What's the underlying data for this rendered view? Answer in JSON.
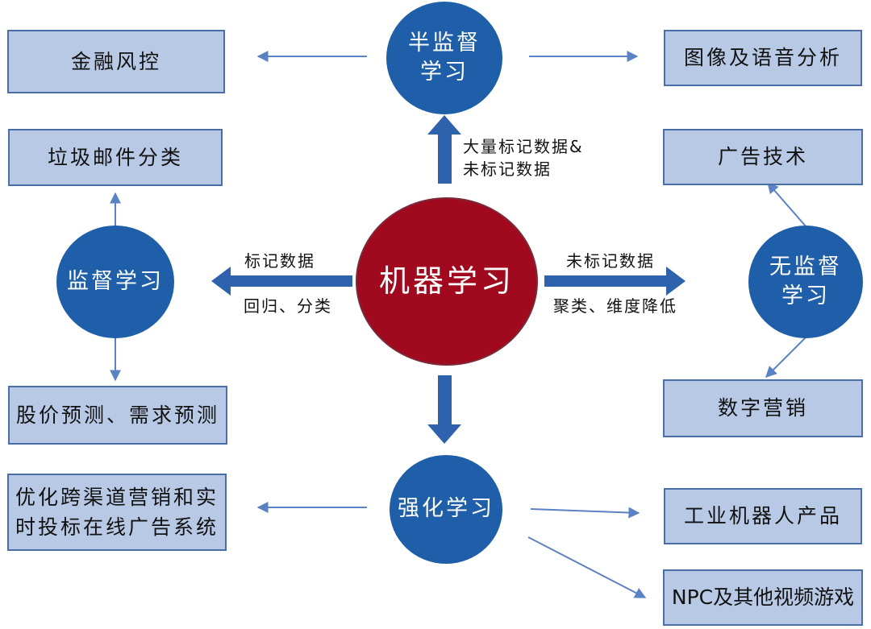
{
  "center": {
    "label": "机器学习"
  },
  "nodes": {
    "semi": {
      "line1": "半监督",
      "line2": "学习"
    },
    "supervised": {
      "label": "监督学习"
    },
    "unsupervised": {
      "line1": "无监督",
      "line2": "学习"
    },
    "reinforcement": {
      "label": "强化学习"
    }
  },
  "edge_labels": {
    "semi_line1": "大量标记数据&",
    "semi_line2": "未标记数据",
    "supervised_top": "标记数据",
    "supervised_bottom": "回归、分类",
    "unsupervised_top": "未标记数据",
    "unsupervised_bottom": "聚类、维度降低"
  },
  "applications": {
    "finance": "金融风控",
    "image_voice": "图像及语音分析",
    "spam": "垃圾邮件分类",
    "ads_tech": "广告技术",
    "stock": "股价预测、需求预测",
    "digital_marketing": "数字营销",
    "cross_channel_line1": "优化跨渠道营销和实",
    "cross_channel_line2": "时投标在线广告系统",
    "industrial": "工业机器人产品",
    "npc": "NPC及其他视频游戏"
  },
  "colors": {
    "node_blue": "#1f5ea8",
    "core_red": "#a10a1e",
    "box_fill": "#b8c9e5",
    "box_border": "#4a6ea8",
    "arrow_blue": "#2e62ad",
    "thin_arrow": "#5b82c4"
  }
}
